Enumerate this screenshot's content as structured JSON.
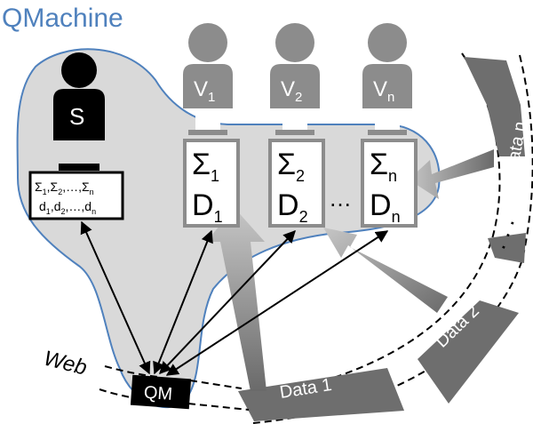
{
  "title": "QMachine",
  "submitter": {
    "label": "S",
    "line1": "Σ",
    "line2": "d"
  },
  "volunteers": [
    {
      "label": "V",
      "sub": "1",
      "sigma": "Σ",
      "d": "D",
      "idx": "1"
    },
    {
      "label": "V",
      "sub": "2",
      "sigma": "Σ",
      "d": "D",
      "idx": "2"
    },
    {
      "label": "V",
      "sub": "n",
      "sigma": "Σ",
      "d": "D",
      "idx": "n"
    }
  ],
  "ellipsis": "…",
  "web_label": "Web",
  "qm_label": "QM",
  "data_labels": [
    "Data 1",
    "Data 2",
    "Data n"
  ],
  "colors": {
    "region_fill": "#d9d9d9",
    "region_stroke": "#4f81bd",
    "volunteer_gray": "#8c8c8c",
    "band_gray": "#6e6e6e",
    "title_blue": "#4f81bd"
  }
}
